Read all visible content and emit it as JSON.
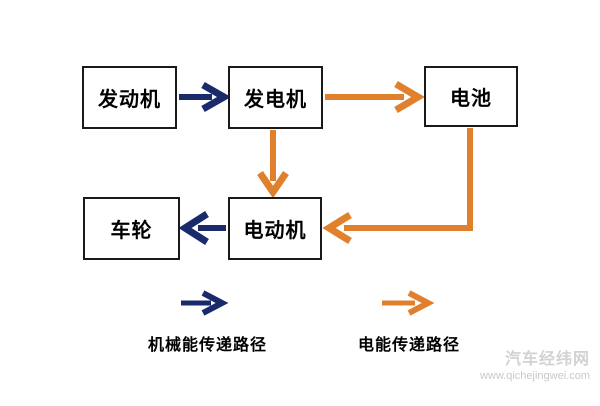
{
  "diagram": {
    "title": "series-hybrid-powertrain-energy-flow",
    "boxes": [
      {
        "id": "engine",
        "label": "发动机"
      },
      {
        "id": "generator",
        "label": "发电机"
      },
      {
        "id": "battery",
        "label": "电池"
      },
      {
        "id": "wheel",
        "label": "车轮"
      },
      {
        "id": "motor",
        "label": "电动机"
      }
    ],
    "edges": [
      {
        "from": "engine",
        "to": "generator",
        "type": "mechanical"
      },
      {
        "from": "generator",
        "to": "battery",
        "type": "electrical"
      },
      {
        "from": "generator",
        "to": "motor",
        "type": "electrical"
      },
      {
        "from": "battery",
        "to": "motor",
        "type": "electrical"
      },
      {
        "from": "motor",
        "to": "wheel",
        "type": "mechanical"
      }
    ],
    "legend": [
      {
        "key": "mechanical",
        "label": "机械能传递路径"
      },
      {
        "key": "electrical",
        "label": "电能传递路径"
      }
    ]
  },
  "colors": {
    "mechanical": "#1b2a6b",
    "electrical": "#e0802c",
    "box_border": "#1a1a1a",
    "text": "#000000",
    "watermark": "#d2d2d2",
    "watermark_url": "#c9c9c9"
  },
  "watermark": {
    "title": "汽车经纬网",
    "url": "www.qichejingwei.com"
  }
}
